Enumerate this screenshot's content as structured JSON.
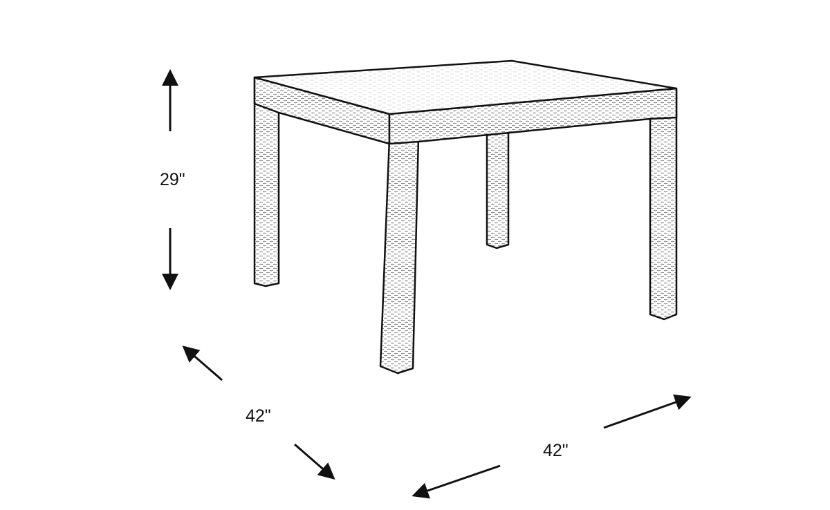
{
  "diagram": {
    "subject": "Square dining table (woven texture) line drawing",
    "dimensions": {
      "height": {
        "label": "29\"",
        "axis": "vertical"
      },
      "depth": {
        "label": "42\"",
        "axis": "diagonal-left"
      },
      "width": {
        "label": "42\"",
        "axis": "diagonal-right"
      }
    },
    "colors": {
      "line": "#111111",
      "background": "#ffffff",
      "texture": "#9a9a9a"
    }
  }
}
